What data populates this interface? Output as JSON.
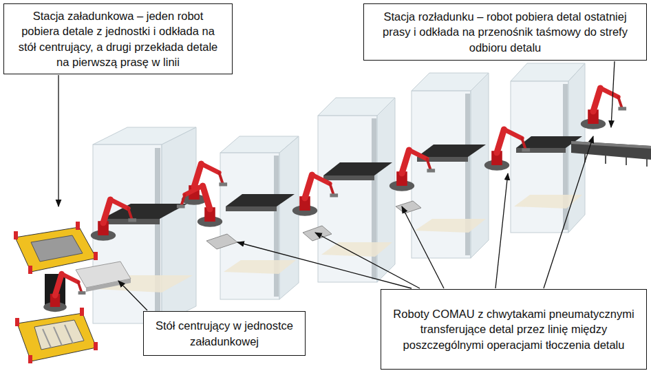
{
  "diagram": {
    "nodes": [
      {
        "text": [
          "Stacja załadunkowa – jeden robot pobiera detale z jednostki i odkłada na stół centrujący, a drugi przekłada detale na pierwszą prasę w linii"
        ]
      },
      {
        "text": [
          "Stacja rozładunku – robot pobiera detal ostatniej prasy i odkłada na przenośnik taśmowy do strefy odbioru detalu"
        ]
      },
      {
        "text": [
          "Stół centrujący w jednostce załadunkowej"
        ]
      },
      {
        "text": [
          "Roboty COMAU z chwytakami pneumatycznymi transferujące detal przez linię między poszczególnymi operacjami tłoczenia detalu"
        ]
      }
    ]
  }
}
